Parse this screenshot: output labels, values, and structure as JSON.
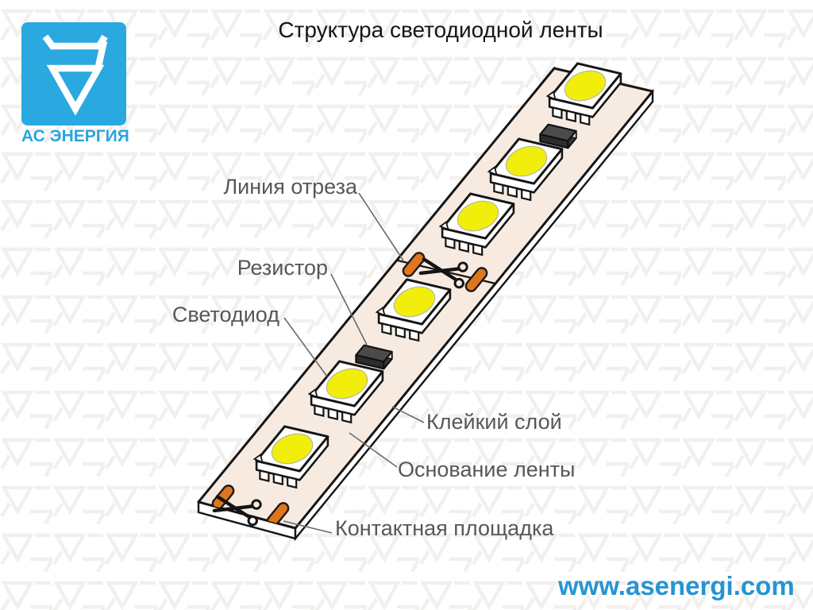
{
  "title": "Структура светодиодной ленты",
  "logo": {
    "company": "АС ЭНЕРГИЯ"
  },
  "footer": {
    "website": "www.asenergi.com"
  },
  "diagram": {
    "labels": {
      "cut_line": "Линия отреза",
      "resistor": "Резистор",
      "led": "Светодиод",
      "adhesive_layer": "Клейкий слой",
      "strip_base": "Основание ленты",
      "contact_pad": "Контактная площадка"
    },
    "components": {
      "led_count": 6,
      "resistor_count": 2,
      "cut_marks": 2
    },
    "colors": {
      "strip_fill": "#f7ebe1",
      "led_yellow": "#f2ee0b",
      "pad_orange": "#e0761c",
      "label_gray": "#575757",
      "accent_blue": "#2aa9e1",
      "website_blue": "#2694d2"
    }
  }
}
